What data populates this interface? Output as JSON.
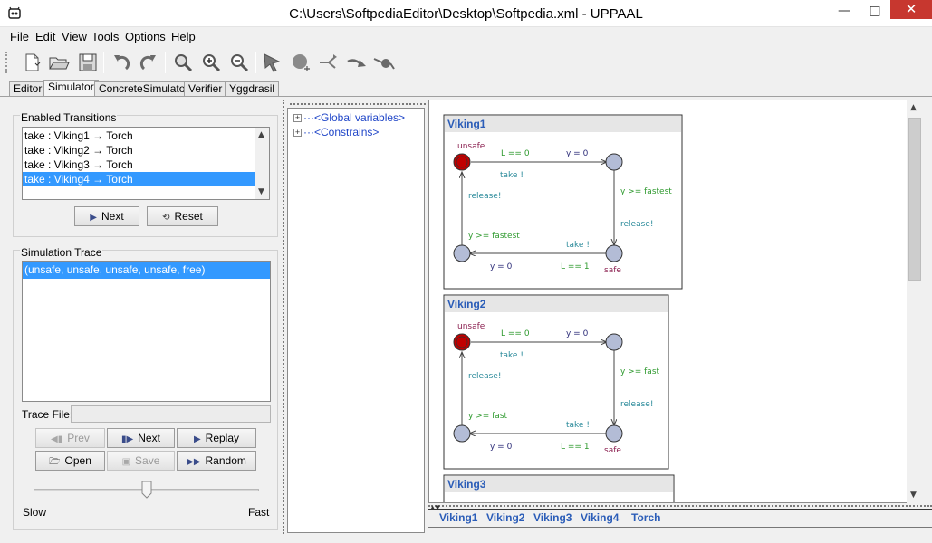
{
  "window": {
    "title": "C:\\Users\\SoftpediaEditor\\Desktop\\Softpedia.xml - UPPAAL"
  },
  "menu": [
    "File",
    "Edit",
    "View",
    "Tools",
    "Options",
    "Help"
  ],
  "tabs": [
    "Editor",
    "Simulator",
    "ConcreteSimulator",
    "Verifier",
    "Yggdrasil"
  ],
  "enabled_transitions": {
    "label": "Enabled Transitions",
    "items": [
      "take : Viking1 → Torch",
      "take : Viking2 → Torch",
      "take : Viking3 → Torch",
      "take : Viking4 → Torch"
    ],
    "selected_index": 3,
    "next_label": "Next",
    "reset_label": "Reset"
  },
  "simulation_trace": {
    "label": "Simulation Trace",
    "items": [
      "(unsafe, unsafe, unsafe, unsafe, free)"
    ],
    "trace_file_label": "Trace File:",
    "trace_file_value": "",
    "prev_label": "Prev",
    "next_label": "Next",
    "replay_label": "Replay",
    "open_label": "Open",
    "save_label": "Save",
    "random_label": "Random",
    "slow_label": "Slow",
    "fast_label": "Fast",
    "speed_fraction": 0.5
  },
  "declarations": {
    "global_variables": "<Global variables>",
    "constrains": "<Constrains>"
  },
  "processes": [
    {
      "name": "Viking1",
      "top_location": "unsafe",
      "bottom_location": "safe",
      "guard_top": "L == 0",
      "update_top": "y = 0",
      "sync_top": "take !",
      "guard_right": "y >= fastest",
      "sync_right": "release!",
      "sync_bottom": "take !",
      "update_bottom": "y = 0",
      "guard_bottom": "L == 1",
      "guard_left": "y >= fastest",
      "sync_left": "release!"
    },
    {
      "name": "Viking2",
      "top_location": "unsafe",
      "bottom_location": "safe",
      "guard_top": "L == 0",
      "update_top": "y = 0",
      "sync_top": "take !",
      "guard_right": "y >= fast",
      "sync_right": "release!",
      "sync_bottom": "take !",
      "update_bottom": "y = 0",
      "guard_bottom": "L == 1",
      "guard_left": "y >= fast",
      "sync_left": "release!"
    },
    {
      "name": "Viking3"
    }
  ],
  "msc_processes": [
    "Viking1",
    "Viking2",
    "Viking3",
    "Viking4",
    "Torch"
  ],
  "colors": {
    "selection": "#3399ff",
    "process_title": "#2b5db8",
    "initial_location": "#c00000",
    "location": "#b3bcd6",
    "guard": "#2f9a2f",
    "sync": "#2a8a9a",
    "update": "#2f2f7a",
    "location_name": "#8b2050"
  }
}
